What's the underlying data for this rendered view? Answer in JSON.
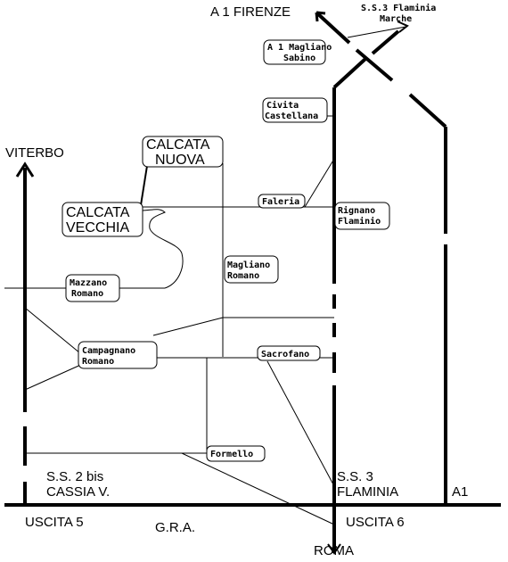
{
  "colors": {
    "background": "#ffffff",
    "ink": "#000000"
  },
  "labels": {
    "a1_firenze": "A 1 FIRENZE",
    "ss3_flaminia_marche_1": "S.S.3 Flaminia",
    "ss3_flaminia_marche_2": "Marche",
    "a1_magliano_1": "A 1 Magliano",
    "a1_magliano_2": "Sabino",
    "civita_1": "Civita",
    "civita_2": "Castellana",
    "viterbo": "VITERBO",
    "calcata_nuova_1": "CALCATA",
    "calcata_nuova_2": "NUOVA",
    "calcata_vecchia_1": "CALCATA",
    "calcata_vecchia_2": "VECCHIA",
    "faleria": "Faleria",
    "rignano_1": "Rignano",
    "rignano_2": "Flaminio",
    "magliano_romano_1": "Magliano",
    "magliano_romano_2": "Romano",
    "mazzano_1": "Mazzano",
    "mazzano_2": "Romano",
    "campagnano_1": "Campagnano",
    "campagnano_2": "Romano",
    "sacrofano": "Sacrofano",
    "formello": "Formello",
    "ss2bis_1": "S.S. 2 bis",
    "ss2bis_2": "CASSIA V.",
    "ss3_1": "S.S. 3",
    "ss3_2": "FLAMINIA",
    "a1": "A1",
    "uscita5": "USCITA 5",
    "gra": "G.R.A.",
    "uscita6": "USCITA 6",
    "roma": "ROMA"
  }
}
